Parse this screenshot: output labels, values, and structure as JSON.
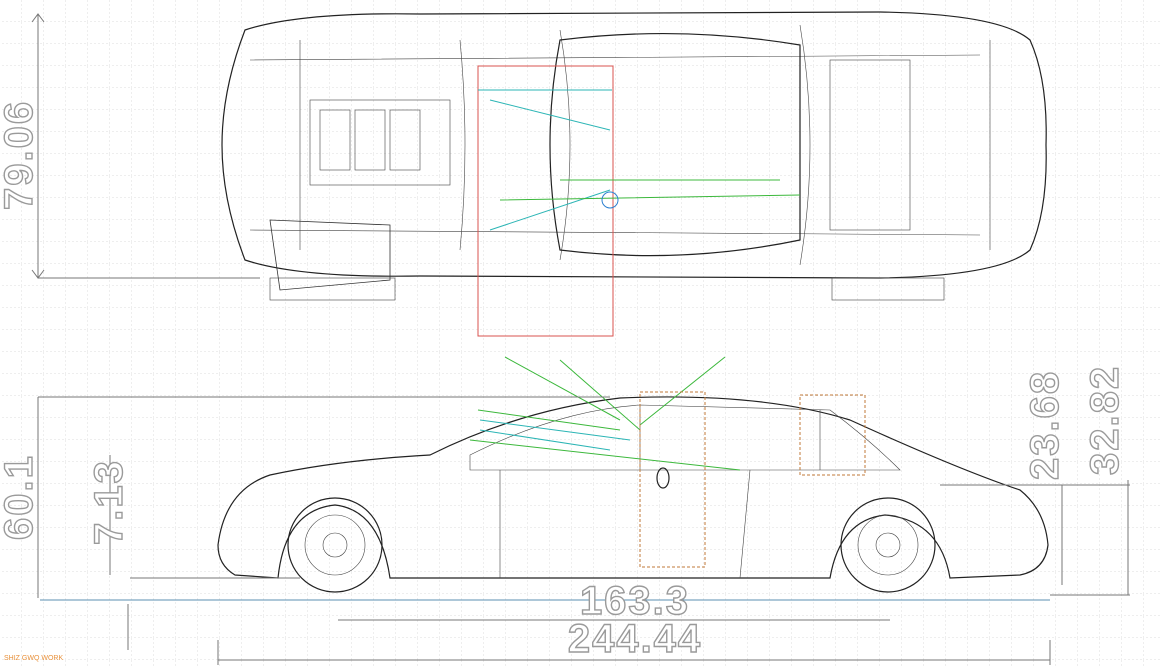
{
  "title": "Car wireframe blueprint - top and side views",
  "dimensions": {
    "top_width": "79.06",
    "side_height": "60.1",
    "ground_clearance": "7.13",
    "rear_height": "23.68",
    "rear_total_height": "32.82",
    "wheelbase": "163.3",
    "overall_length": "244.44"
  },
  "credit": "SHIZ GWQ WORK",
  "colors": {
    "grid": "#cfcfcf",
    "lines": "#222222",
    "dim_lines": "#5b8fb0",
    "accent_red": "#d9534f",
    "accent_cyan": "#2bb5b5",
    "accent_green": "#3cb83c"
  }
}
